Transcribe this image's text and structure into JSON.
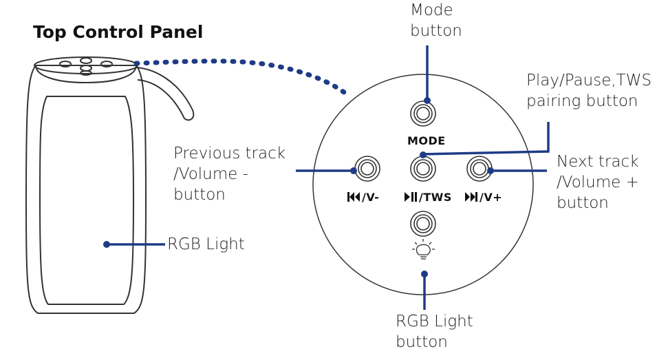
{
  "title": "Top Control Panel",
  "colors": {
    "leader": "#1f3b86",
    "outline": "#333333"
  },
  "labels": {
    "mode": "Mode\nbutton",
    "play_pause": "Play/Pause,TWS\npairing button",
    "previous": "Previous track\n/Volume -\nbutton",
    "next": "Next track\n/Volume +\nbutton",
    "rgb_light": "RGB Light",
    "rgb_button": "RGB Light\nbutton"
  },
  "button_captions": {
    "mode": "MODE",
    "prev": "/V-",
    "play": "/TWS",
    "next": "/V+"
  },
  "icons": {
    "prev": "previous-track-icon",
    "play": "play-pause-icon",
    "next": "next-track-icon",
    "light": "light-bulb-icon"
  }
}
